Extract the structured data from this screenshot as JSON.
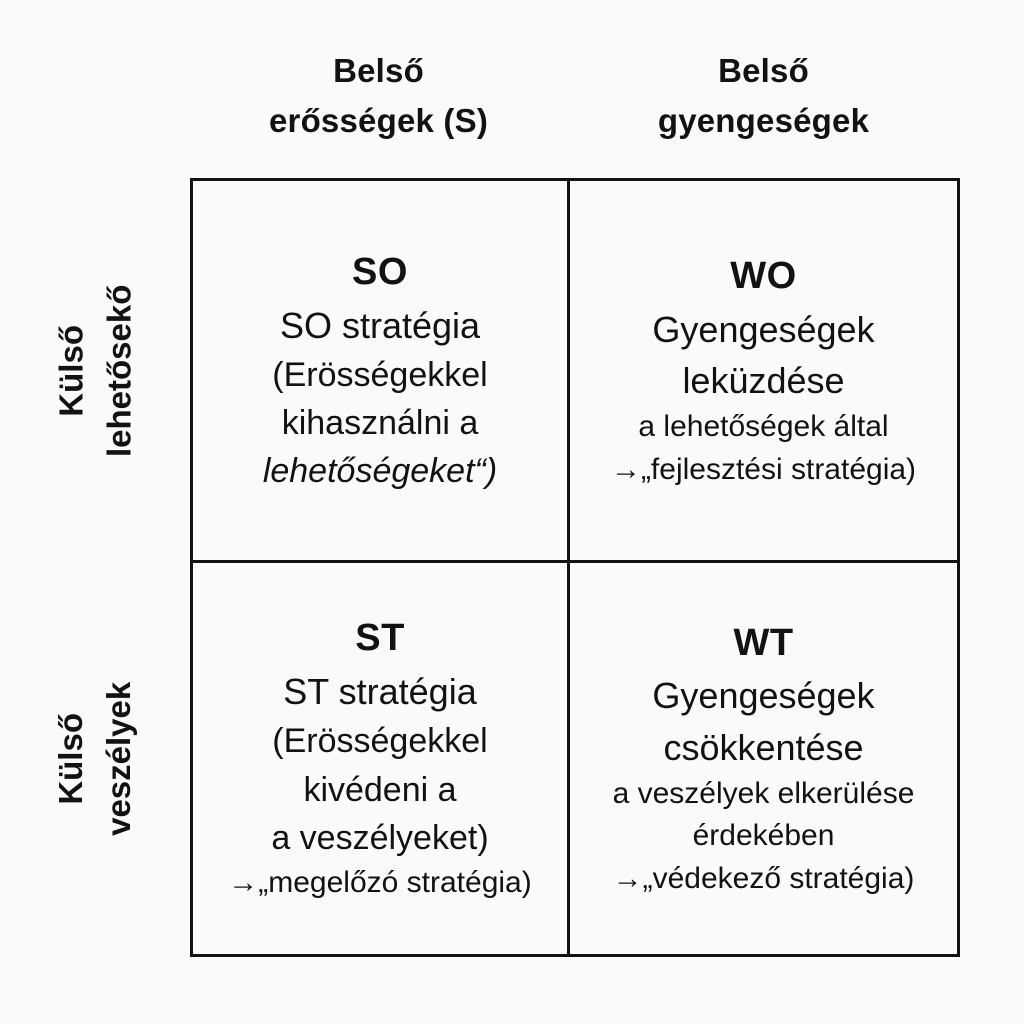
{
  "colors": {
    "background": "#fafafa",
    "text": "#121212",
    "border": "#121212"
  },
  "column_headers": [
    {
      "line1": "Belső",
      "line2": "erősségek (S)"
    },
    {
      "line1": "Belső",
      "line2": "gyengeségek"
    }
  ],
  "row_headers": [
    {
      "line1": "Külső",
      "line2": "lehetősekő"
    },
    {
      "line1": "Külső",
      "line2": "veszélyek"
    }
  ],
  "cells": {
    "so": {
      "code": "SO",
      "lines": [
        "SO stratégia",
        "(Erösségekkel",
        "kihasználni a",
        "lehetőségeket“)"
      ]
    },
    "wo": {
      "code": "WO",
      "lines": [
        "Gyengeségek",
        "leküzdése",
        "a lehetőségek által",
        "→„fejlesztési stratégia)"
      ]
    },
    "st": {
      "code": "ST",
      "lines": [
        "ST stratégia",
        "(Erösségekkel",
        "kivédeni a",
        "a veszélyeket)",
        "→„megelőzó stratégia)"
      ]
    },
    "wt": {
      "code": "WT",
      "lines": [
        "Gyengeségek",
        "csökkentése",
        "a veszélyek elkerülése",
        "érdekében",
        "→„védekező stratégia)"
      ]
    }
  }
}
